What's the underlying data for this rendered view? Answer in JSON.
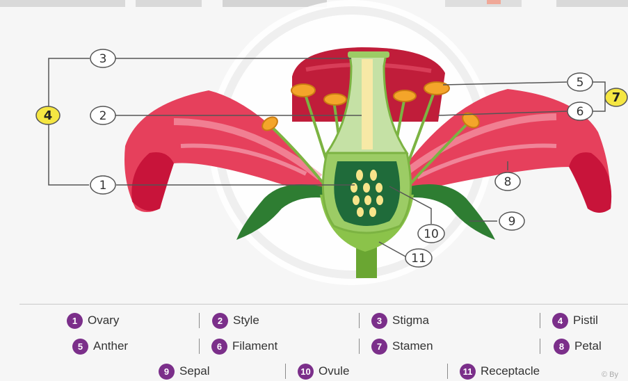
{
  "callouts": {
    "c1": "1",
    "c2": "2",
    "c3": "3",
    "c4": "4",
    "c5": "5",
    "c6": "6",
    "c7": "7",
    "c8": "8",
    "c9": "9",
    "c10": "10",
    "c11": "11"
  },
  "legend": [
    {
      "num": "1",
      "label": "Ovary"
    },
    {
      "num": "2",
      "label": "Style"
    },
    {
      "num": "3",
      "label": "Stigma"
    },
    {
      "num": "4",
      "label": "Pistil"
    },
    {
      "num": "5",
      "label": "Anther"
    },
    {
      "num": "6",
      "label": "Filament"
    },
    {
      "num": "7",
      "label": "Stamen"
    },
    {
      "num": "8",
      "label": "Petal"
    },
    {
      "num": "9",
      "label": "Sepal"
    },
    {
      "num": "10",
      "label": "Ovule"
    },
    {
      "num": "11",
      "label": "Receptacle"
    }
  ],
  "copyright": "© By",
  "colors": {
    "badge": "#7b2f8a",
    "highlight_callout": "#f5e642",
    "petal": "#e03450",
    "ovary": "#1f6b3a",
    "stem": "#6aa632"
  }
}
